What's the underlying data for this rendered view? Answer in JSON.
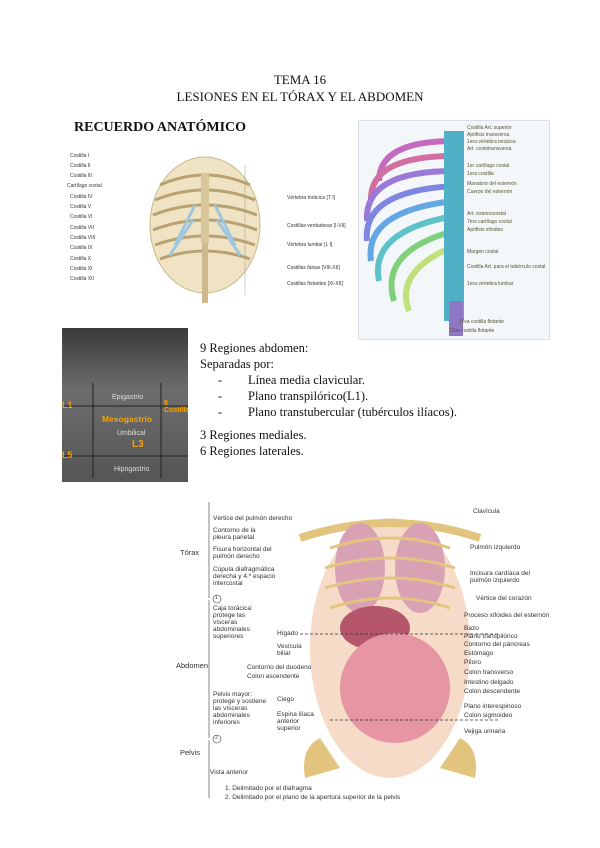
{
  "header": {
    "line1": "TEMA 16",
    "line2": "LESIONES EN EL TÓRAX Y EL ABDOMEN"
  },
  "section_title": "RECUERDO ANATÓMICO",
  "fig_ribcage": {
    "left_labels": [
      "Costilla I",
      "Costilla II",
      "Costilla III",
      "Cartílago costal",
      "Costilla IV",
      "Costilla V",
      "Costilla VI",
      "Costilla VII",
      "Costilla VIII",
      "Costilla IX",
      "Costilla X",
      "Costilla XI",
      "Costilla XII"
    ],
    "right_labels": [
      "Vértebra torácica [T I]",
      "Costillas verdaderas [I-VII]",
      "Vértebra lumbar [L I]",
      "Costillas falsas [VIII-XII]",
      "Costillas flotantes [XI-XII]"
    ]
  },
  "fig_ribcage_color": {
    "labels": [
      "Costilla Art. superior",
      "Apófisis transversa",
      "1era vértebra torácica",
      "Art. costotransversa",
      "1er cartílago costal",
      "1era costilla",
      "Manubrio del esternón",
      "Cuerpo del esternón",
      "Art. esternocostal",
      "7mo cartílago costal",
      "Apófisis xifoides",
      "Margen costal",
      "Costilla Art. para el tubérculo costal",
      "1era vértebra lumbar",
      "11va costilla flotante",
      "12va costilla flotante"
    ]
  },
  "fig_abdomen_photo": {
    "regions": [
      "Epigastrio",
      "Mesogastrio",
      "Umbilical",
      "Hipogastrio"
    ],
    "markers": [
      "L1",
      "L3",
      "L5",
      "9 Costilla"
    ]
  },
  "abdomen_text": {
    "line1": "9 Regiones abdomen:",
    "line2": "Separadas por:",
    "bullets": [
      "Línea media clavicular.",
      "Plano transpilórico(L1).",
      "Plano transtubercular (tubérculos ilíacos)."
    ],
    "line3": "3 Regiones mediales.",
    "line4": "6 Regiones laterales."
  },
  "fig_viscera": {
    "side_labels": [
      "Tórax",
      "Abdomen",
      "Pelvis"
    ],
    "left_labels": [
      "Vértice del pulmón derecho",
      "Contorno de la pleura parietal",
      "Fisura horizontal del pulmón derecho",
      "Cúpula diafragmática derecha y 4.º espacio intercostal",
      "Caja torácica: protege las vísceras abdominales superiores",
      "Hígado",
      "Vesícula biliar",
      "Contorno del duodeno",
      "Colon ascendente",
      "Pelvis mayor: protege y sostiene las vísceras abdominales inferiores",
      "Ciego",
      "Espina ilíaca anterior superior"
    ],
    "right_labels": [
      "Clavícula",
      "Pulmón izquierdo",
      "Incisura cardíaca del pulmón izquierdo",
      "Vértice del corazón",
      "Proceso xifoides del esternón",
      "Bazo",
      "Plano transpilórico",
      "Contorno del páncreas",
      "Estómago",
      "Píloro",
      "Colon transverso",
      "Intestino delgado",
      "Colon descendente",
      "Plano interespinoso",
      "Colon sigmoideo",
      "Vejiga urinaria"
    ],
    "view": "Vista anterior",
    "footnotes": [
      "1. Delimitado por el diafragma",
      "2. Delimitado por el plano de la apertura superior de la pelvis"
    ],
    "circles": [
      "1",
      "2"
    ]
  }
}
